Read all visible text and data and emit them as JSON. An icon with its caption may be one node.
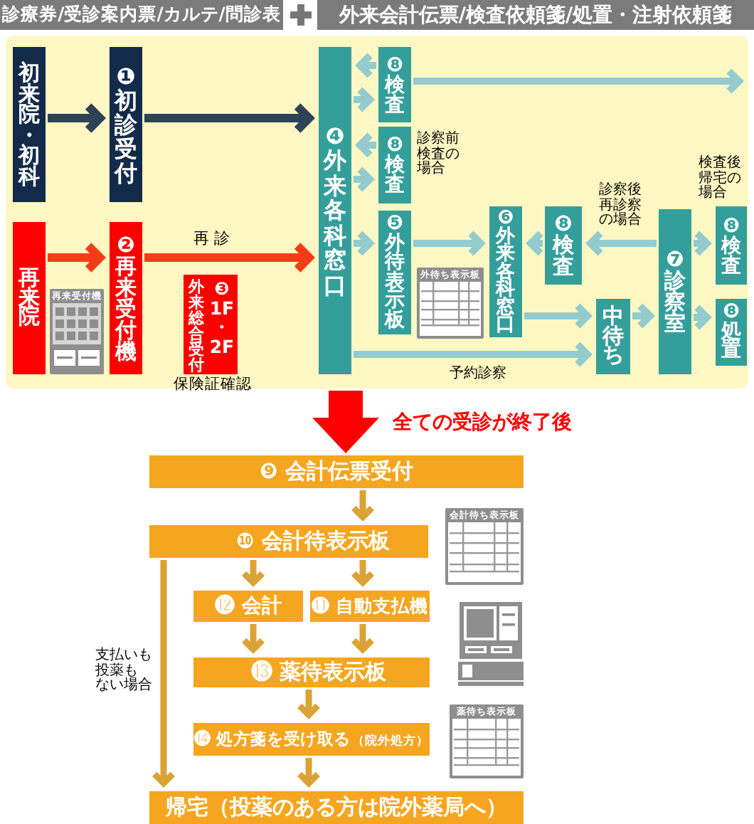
{
  "diagram": {
    "nodes": [
      {
        "text": [
          "診療券/受診案内票/カルテ/問診表"
        ]
      },
      {
        "text": [
          "外来会計伝票/検査依頼箋/処置・注射依頼箋"
        ]
      },
      {
        "text": [],
        "shape": "box"
      },
      {
        "text": [
          "初来院・初科"
        ],
        "in": 2
      },
      {
        "text": [
          "❶初診受付"
        ],
        "in": 2
      },
      {
        "text": [
          "再来院"
        ],
        "in": 2
      },
      {
        "text": [
          "❷再来受付機"
        ],
        "in": 2
      },
      {
        "text": [
          "外来総合受付",
          "❸1F・2F"
        ],
        "in": 2,
        "beside": [
          "保険証確認"
        ]
      },
      {
        "text": [
          "❹外来各科窓口"
        ],
        "in": 2
      },
      {
        "text": [
          "❽検査"
        ],
        "in": 2
      },
      {
        "text": [
          "❽検査"
        ],
        "in": 2,
        "beside": [
          "診察前検査の場合"
        ]
      },
      {
        "text": [
          "❺外待表示板"
        ],
        "in": 2
      },
      {
        "text": [
          "❻外来各科窓口"
        ],
        "in": 2
      },
      {
        "text": [
          "❽検査"
        ],
        "in": 2
      },
      {
        "text": [
          "中待ち"
        ],
        "in": 2
      },
      {
        "text": [
          "❼診察室"
        ],
        "in": 2
      },
      {
        "text": [
          "❽検査"
        ],
        "in": 2,
        "beside": [
          "検査後帰宅の場合"
        ]
      },
      {
        "text": [
          "❽処置"
        ],
        "in": 2
      },
      {
        "text": [
          "❾ 会計伝票受付"
        ]
      },
      {
        "text": [
          "❿ 会計待表示板"
        ]
      },
      {
        "text": [
          "⓬ 会計"
        ]
      },
      {
        "text": [
          "⓫ 自動支払機"
        ]
      },
      {
        "text": [
          "⓭ 薬待表示板"
        ]
      },
      {
        "text": [
          "⓮ 処方箋を受け取る",
          "（院外処方）"
        ]
      },
      {
        "text": [
          "帰宅（投薬のある方は院外薬局へ）"
        ]
      }
    ],
    "edges": [
      {
        "from": 3,
        "to": 4,
        "arrow": "to",
        "color": "#2e4257"
      },
      {
        "from": 4,
        "to": 8,
        "arrow": "to",
        "color": "#2e4257"
      },
      {
        "from": 5,
        "to": 6,
        "arrow": "to",
        "color": "#f43c16"
      },
      {
        "from": 6,
        "to": 8,
        "arrow": "to",
        "label": "再診",
        "color": "#f43c16"
      },
      {
        "from": 9,
        "to": 8,
        "arrow": "to"
      },
      {
        "from": 8,
        "to": 9,
        "arrow": "to"
      },
      {
        "from": 10,
        "to": 8,
        "arrow": "to"
      },
      {
        "from": 8,
        "to": 10,
        "arrow": "to"
      },
      {
        "from": 9,
        "to": null,
        "arrow": "to"
      },
      {
        "from": 8,
        "to": 11,
        "arrow": "to"
      },
      {
        "from": 11,
        "to": 12,
        "arrow": "to"
      },
      {
        "from": 13,
        "to": 12,
        "arrow": "to"
      },
      {
        "from": 15,
        "to": 13,
        "arrow": "to",
        "label": "診察後再診察の場合"
      },
      {
        "from": 15,
        "to": 16,
        "arrow": "to"
      },
      {
        "from": 12,
        "to": 14,
        "arrow": "to"
      },
      {
        "from": 14,
        "to": 15,
        "arrow": "to"
      },
      {
        "from": 15,
        "to": 17,
        "arrow": "to"
      },
      {
        "from": 8,
        "to": 14,
        "arrow": "to",
        "label": "予約診察"
      },
      {
        "from": 2,
        "to": 18,
        "arrow": "to",
        "label": "全ての受診が終了後",
        "style": "thick",
        "color": "#ff0000"
      },
      {
        "from": 18,
        "to": 19,
        "arrow": "to",
        "color": "#dba235"
      },
      {
        "from": 19,
        "to": 20,
        "arrow": "to",
        "color": "#dba235"
      },
      {
        "from": 19,
        "to": 21,
        "arrow": "to",
        "color": "#dba235"
      },
      {
        "from": 20,
        "to": 22,
        "arrow": "to",
        "color": "#dba235"
      },
      {
        "from": 21,
        "to": 22,
        "arrow": "to",
        "color": "#dba235"
      },
      {
        "from": 22,
        "to": 23,
        "arrow": "to",
        "color": "#dba235"
      },
      {
        "from": 23,
        "to": 24,
        "arrow": "to",
        "color": "#dba235"
      },
      {
        "from": 19,
        "to": 24,
        "arrow": "to",
        "label": "支払いも投薬もない場合",
        "color": "#dba235"
      }
    ],
    "labels": [
      "再来受付機",
      "外待ち表示板",
      "会計待ち表示板",
      "薬待ち表示板"
    ]
  }
}
